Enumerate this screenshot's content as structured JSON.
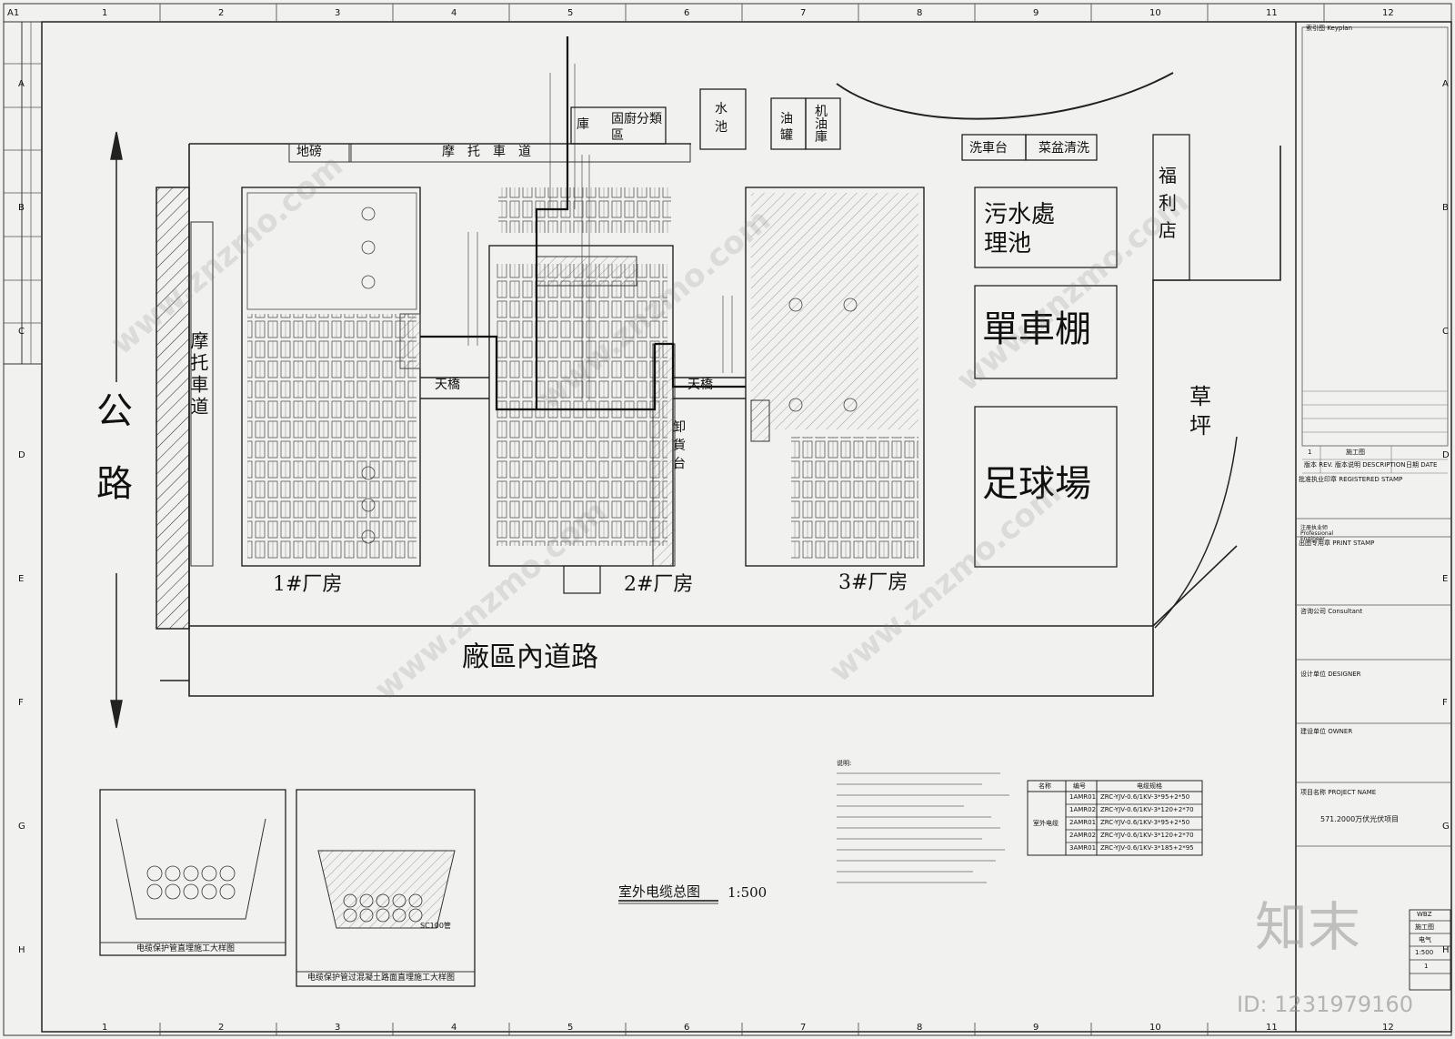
{
  "sheet": {
    "size_label": "A1",
    "grid_columns": [
      "1",
      "2",
      "3",
      "4",
      "5",
      "6",
      "7",
      "8",
      "9",
      "10",
      "11",
      "12"
    ],
    "grid_rows": [
      "A",
      "B",
      "C",
      "D",
      "E",
      "F",
      "G",
      "H"
    ]
  },
  "site": {
    "road_vertical": "公路",
    "motor_lane_top": "摩托車道",
    "motor_lane_left": "摩托車道",
    "inner_road": "廠區內道路",
    "scale": "地磅",
    "kitchen": "固廚分類區",
    "storage": "庫",
    "water_pool": "水池",
    "oil_tank": "油罐",
    "oil_store": "机油庫",
    "car_wash": "洗車台",
    "crate_wash": "菜盆清洗",
    "welfare_shop": "福利店",
    "sewage": "污水處理池",
    "bike_shed": "單車棚",
    "football": "足球場",
    "lawn": "草坪",
    "bridge1": "天橋",
    "bridge2": "天橋",
    "dock": "卸貨台",
    "plant1": "1#厂房",
    "plant2": "2#厂房",
    "plant3": "3#厂房"
  },
  "drawing_title": "室外电缆总图",
  "drawing_scale": "1:500",
  "details": {
    "detail1_title": "电缆保护管直埋施工大样图",
    "detail2_title": "电缆保护管过混凝土路面直埋施工大样图",
    "pipe_label": "SC100管"
  },
  "cable_table": {
    "headers": [
      "名称",
      "编号",
      "电缆规格"
    ],
    "group_label": "室外电缆",
    "rows": [
      {
        "id": "1AMR01",
        "spec": "ZRC-YJV-0.6/1KV-3*95+2*50"
      },
      {
        "id": "1AMR02",
        "spec": "ZRC-YJV-0.6/1KV-3*120+2*70"
      },
      {
        "id": "2AMR01",
        "spec": "ZRC-YJV-0.6/1KV-3*95+2*50"
      },
      {
        "id": "2AMR02",
        "spec": "ZRC-YJV-0.6/1KV-3*120+2*70"
      },
      {
        "id": "3AMR01",
        "spec": "ZRC-YJV-0.6/1KV-3*185+2*95"
      }
    ]
  },
  "notes_title": "说明:",
  "title_block": {
    "keyplan": "索引图 Keyplan",
    "revision": "1",
    "rev_desc": "施工图",
    "rev_head": "版本 REV.",
    "desc_head": "版本说明 DESCRIPTION",
    "date_head": "日期 DATE",
    "registered_stamp": "批准执业印章 REGISTERED STAMP",
    "prof_engineer": "注册执业师 Professional Engineer",
    "print_stamp": "出图专用章 PRINT STAMP",
    "consultant": "咨询公司 Consultant",
    "designer": "设计单位 DESIGNER",
    "owner": "建设单位 OWNER",
    "project_name": "项目名称 PROJECT NAME",
    "project_value": "571.2000万伏光伏项目",
    "code": "WBZ",
    "stage": "施工图",
    "discipline": "电气",
    "scale": "1:500",
    "sheet_no": "1"
  },
  "watermark": {
    "logo": "知末",
    "id": "ID: 1231979160",
    "site": "www.znzmo.com"
  }
}
